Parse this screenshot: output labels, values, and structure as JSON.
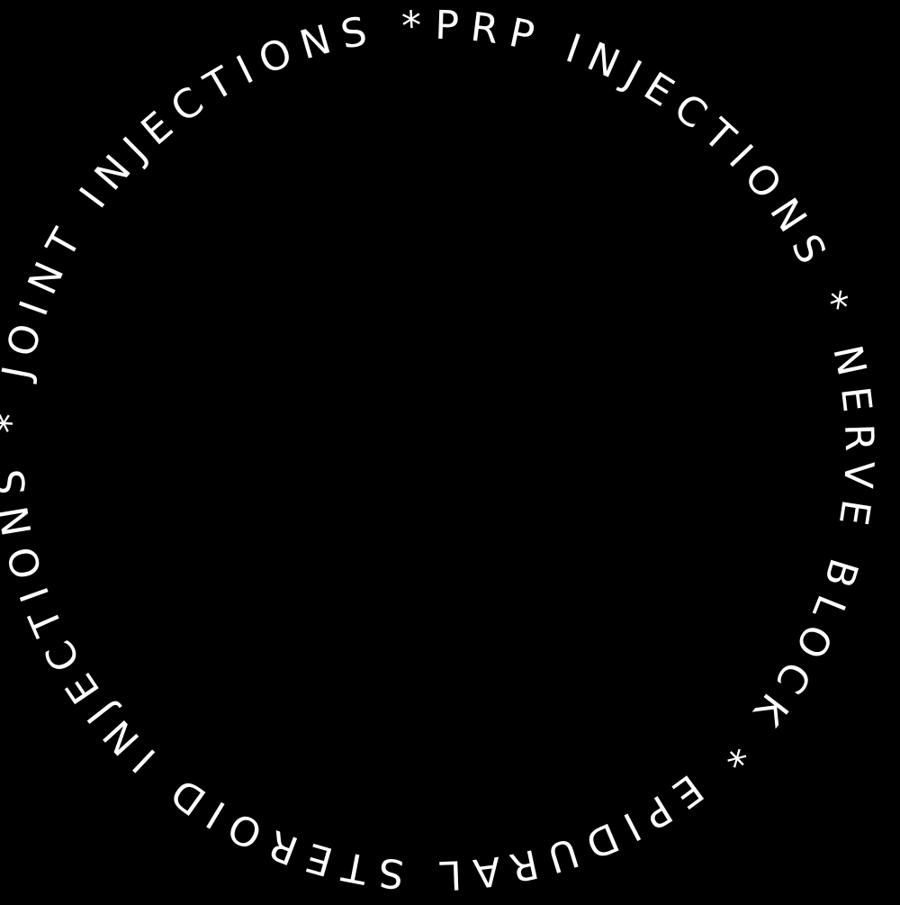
{
  "badge": {
    "background_color": "#000000",
    "text_color": "#ffffff",
    "ring_text": "PRP INJECTIONS   *   NERVE BLOCK   *   EPIDURAL STEROID INJECTIONS   *   JOINT INJECTIONS   *",
    "segments": [
      "PRP INJECTIONS",
      "NERVE BLOCK",
      "EPIDURAL STEROID INJECTIONS",
      "JOINT INJECTIONS"
    ],
    "separator": "*"
  }
}
